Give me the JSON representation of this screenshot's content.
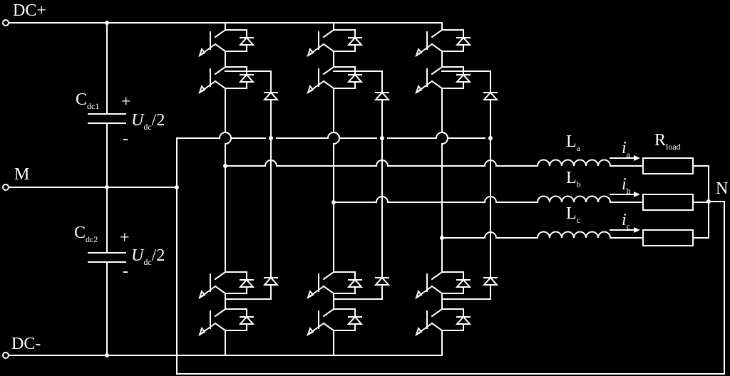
{
  "terminals": {
    "dc_plus": "DC+",
    "midpoint": "M",
    "dc_minus": "DC-",
    "neutral": "N"
  },
  "capacitors": [
    {
      "name": "C",
      "sub": "dc1",
      "plus": "+",
      "minus": "-",
      "voltage_main": "U",
      "voltage_sub": "dc",
      "voltage_tail": "/2"
    },
    {
      "name": "C",
      "sub": "dc2",
      "plus": "+",
      "minus": "-",
      "voltage_main": "U",
      "voltage_sub": "dc",
      "voltage_tail": "/2"
    }
  ],
  "phases": [
    {
      "inductor": "L",
      "inductor_sub": "a",
      "current": "i",
      "current_sub": "a"
    },
    {
      "inductor": "L",
      "inductor_sub": "b",
      "current": "i",
      "current_sub": "b"
    },
    {
      "inductor": "L",
      "inductor_sub": "c",
      "current": "i",
      "current_sub": "c"
    }
  ],
  "load": {
    "name": "R",
    "sub": "load"
  },
  "colors": {
    "background": "#000000",
    "wire": "#ffffff"
  }
}
